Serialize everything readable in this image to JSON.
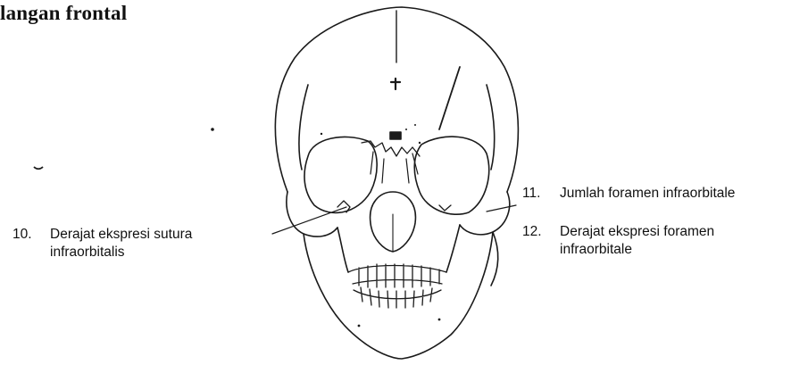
{
  "heading": "langan frontal",
  "labels": {
    "item10": {
      "number": "10.",
      "line1": "Derajat ekspresi sutura",
      "line2": "infraorbitalis"
    },
    "item11": {
      "number": "11.",
      "line1": "Jumlah foramen infraorbitale"
    },
    "item12": {
      "number": "12.",
      "line1": "Derajat ekspresi foramen",
      "line2": "infraorbitale"
    }
  },
  "colors": {
    "ink": "#111111",
    "background": "#ffffff"
  }
}
